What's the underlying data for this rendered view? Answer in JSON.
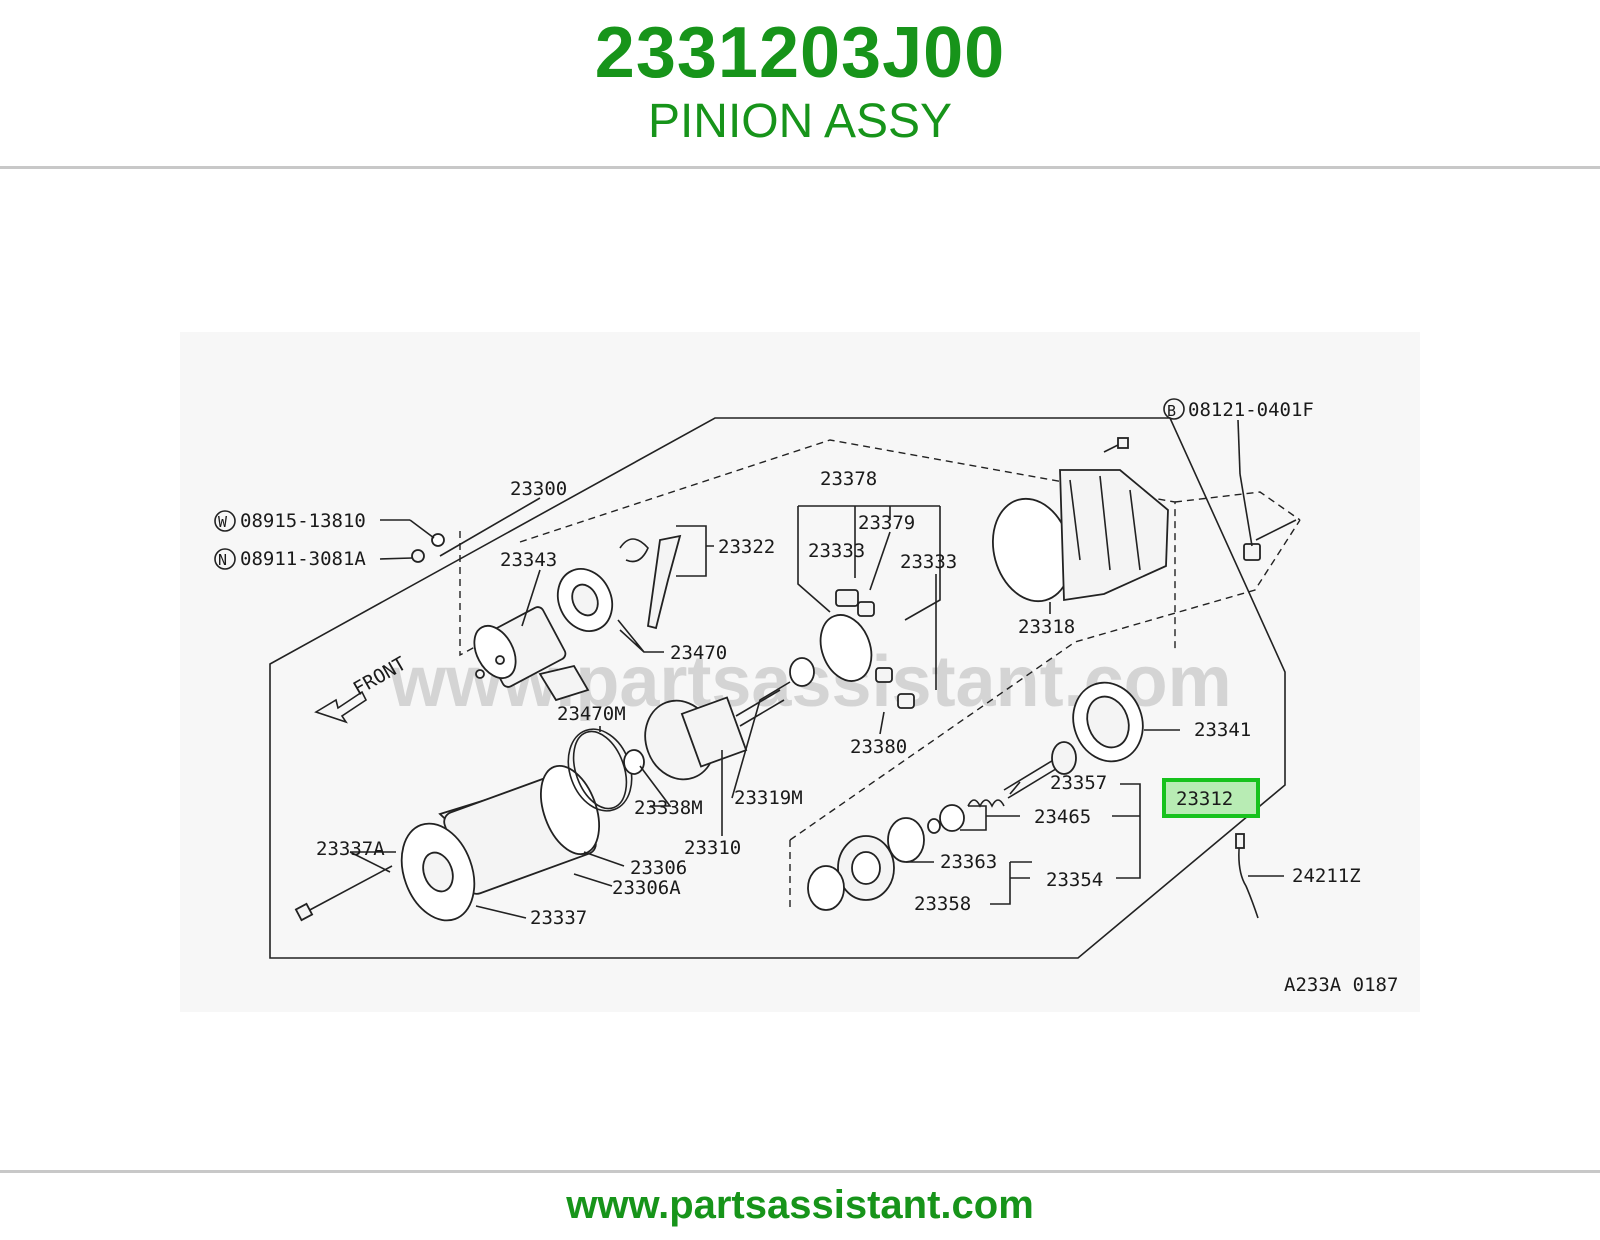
{
  "header": {
    "part_number": "2331203J00",
    "part_name": "PINION ASSY"
  },
  "diagram": {
    "watermark": "www.partsassistant.com",
    "front_label": "FRONT",
    "diagram_code": "A233A 0187",
    "highlight_color": "#17c21d",
    "highlighted_part": "23312",
    "callouts": {
      "c_08121": "08121-0401F",
      "c_08915": "08915-13810",
      "c_08911": "08911-3081A",
      "c_23300": "23300",
      "c_23343": "23343",
      "c_23322": "23322",
      "c_23378": "23378",
      "c_23379": "23379",
      "c_23333a": "23333",
      "c_23333b": "23333",
      "c_23318": "23318",
      "c_23470": "23470",
      "c_23470M": "23470M",
      "c_23380": "23380",
      "c_23341": "23341",
      "c_23357": "23357",
      "c_23465": "23465",
      "c_23338M": "23338M",
      "c_23319M": "23319M",
      "c_23337A": "23337A",
      "c_23306": "23306",
      "c_23306A": "23306A",
      "c_23310": "23310",
      "c_23363": "23363",
      "c_23354": "23354",
      "c_23358": "23358",
      "c_23337": "23337",
      "c_24211Z": "24211Z"
    },
    "markers": {
      "b": "B",
      "w": "W",
      "n": "N"
    }
  },
  "footer": {
    "url": "www.partsassistant.com"
  }
}
